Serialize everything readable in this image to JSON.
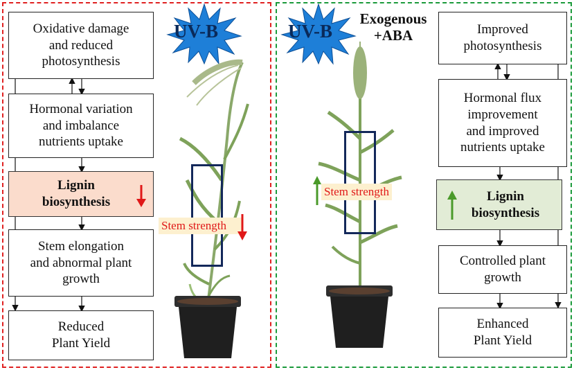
{
  "left_panel": {
    "border_color": "#e02020",
    "uvb_label": "UV-B",
    "boxes": [
      {
        "text": "Oxidative damage\nand reduced\nphotosynthesis"
      },
      {
        "text": "Hormonal variation\nand imbalance\nnutrients uptake"
      },
      {
        "text": "Lignin\nbiosynthesis",
        "trend": "down"
      },
      {
        "text": "Stem elongation\nand abnormal plant\ngrowth"
      },
      {
        "text": "Reduced\nPlant Yield"
      }
    ],
    "stem_label": "Stem strength",
    "stem_trend": "down"
  },
  "right_panel": {
    "border_color": "#1a9a3a",
    "uvb_label": "UV-B",
    "aba_label": "Exogenous\n+ABA",
    "boxes": [
      {
        "text": "Improved\nphotosynthesis"
      },
      {
        "text": "Hormonal flux\nimprovement\nand improved\nnutrients uptake"
      },
      {
        "text": "Lignin\nbiosynthesis",
        "trend": "up"
      },
      {
        "text": "Controlled plant\ngrowth"
      },
      {
        "text": "Enhanced\nPlant Yield"
      }
    ],
    "stem_label": "Stem strength",
    "stem_trend": "up"
  },
  "colors": {
    "down_arrow": "#e01818",
    "up_arrow": "#4a9a2a",
    "uvb_star": "#1e7fd8",
    "marker_rect": "#13285a",
    "lignin_down_fill": "#fbdccc",
    "lignin_up_fill": "#e2ecd6"
  },
  "icons": [
    "uvb-star-icon",
    "wheat-plant-icon",
    "pot-icon",
    "down-arrow-icon",
    "up-arrow-icon"
  ]
}
